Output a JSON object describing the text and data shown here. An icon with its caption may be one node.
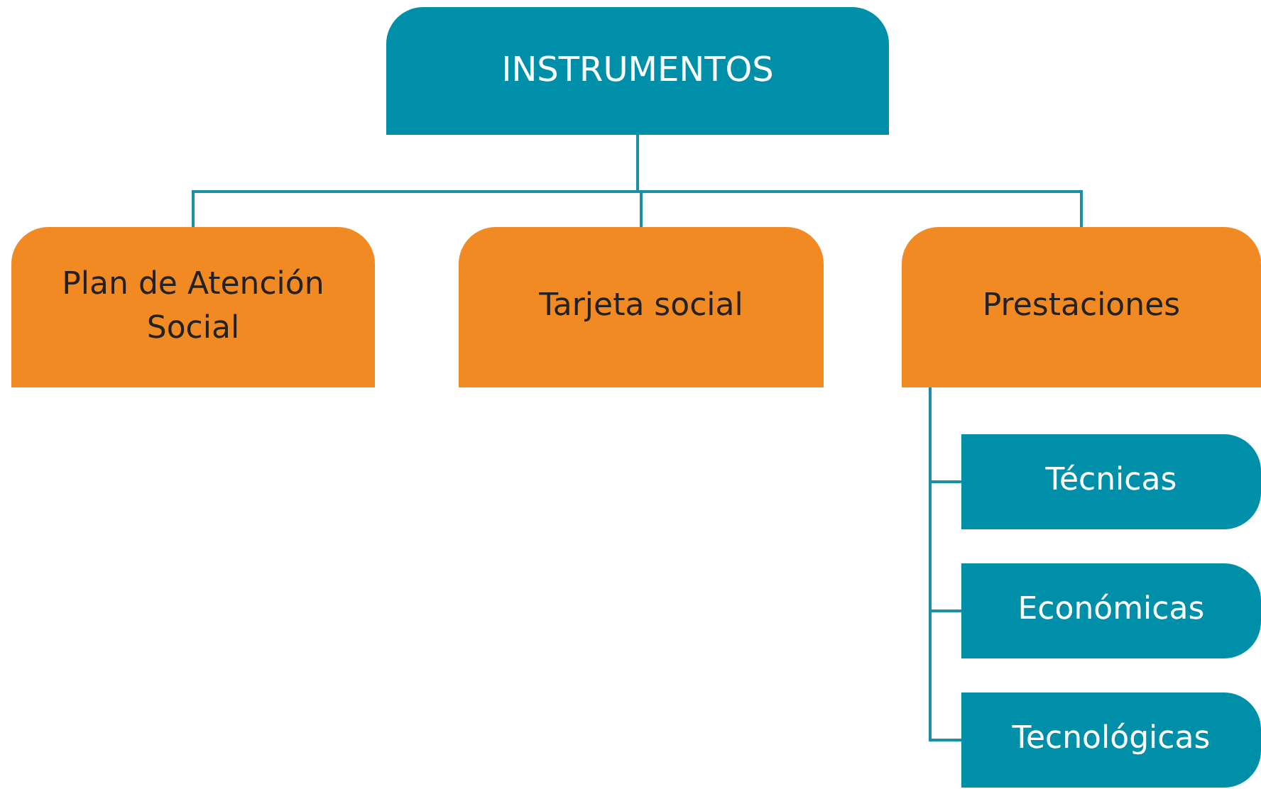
{
  "diagram": {
    "nodes": [
      {
        "text": [
          "INSTRUMENTOS"
        ]
      },
      {
        "text": [
          "Plan de Atención Social"
        ]
      },
      {
        "text": [
          "Tarjeta social"
        ]
      },
      {
        "text": [
          "Prestaciones"
        ]
      },
      {
        "text": [
          "Técnicas"
        ]
      },
      {
        "text": [
          "Económicas"
        ]
      },
      {
        "text": [
          "Tecnológicas"
        ]
      }
    ],
    "edges": [
      {
        "from": 0,
        "to": 1,
        "arrow": "none"
      },
      {
        "from": 0,
        "to": 2,
        "arrow": "none"
      },
      {
        "from": 0,
        "to": 3,
        "arrow": "none"
      },
      {
        "from": 3,
        "to": 4,
        "arrow": "none"
      },
      {
        "from": 3,
        "to": 5,
        "arrow": "none"
      },
      {
        "from": 3,
        "to": 6,
        "arrow": "none"
      }
    ]
  }
}
